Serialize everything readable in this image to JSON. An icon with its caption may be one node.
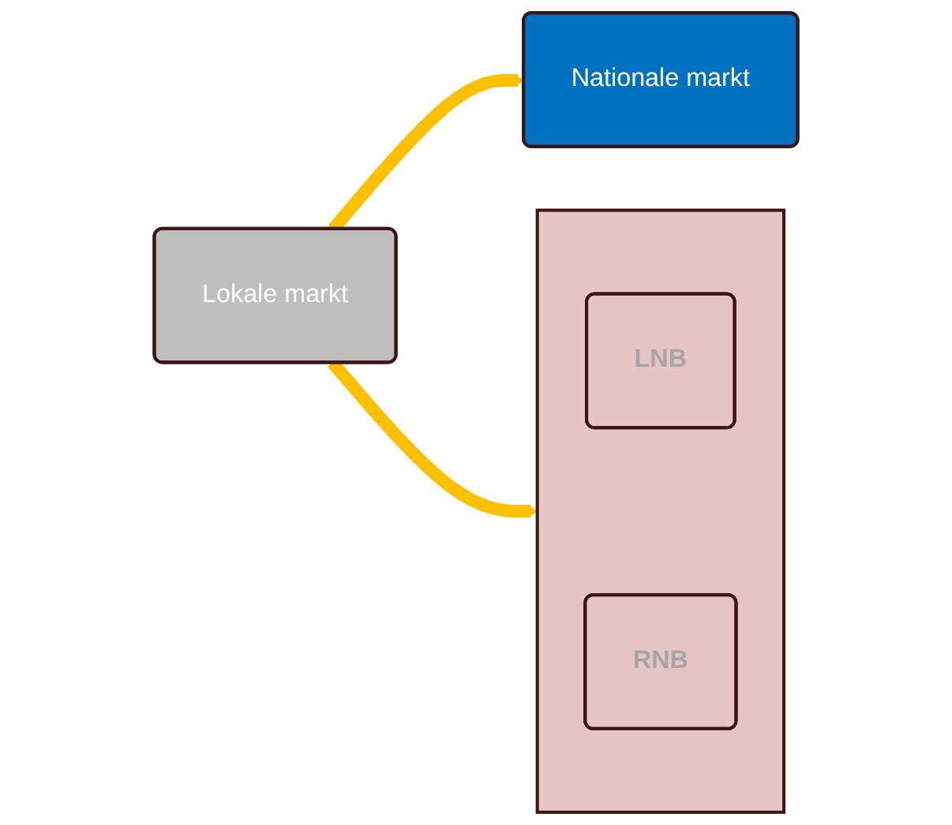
{
  "diagram": {
    "nodes": [
      {
        "text": [
          "Nationale markt"
        ]
      },
      {
        "text": [
          "Lokale markt"
        ]
      },
      {
        "text": [],
        "shape": "box"
      },
      {
        "text": [
          "LNB"
        ],
        "in": 2
      },
      {
        "text": [
          "RNB"
        ],
        "in": 2
      }
    ],
    "edges": [
      {
        "from": 1,
        "to": 0,
        "arrow": "to",
        "color": "#ffc000"
      },
      {
        "from": 1,
        "to": 2,
        "arrow": "to",
        "color": "#ffc000"
      }
    ]
  }
}
